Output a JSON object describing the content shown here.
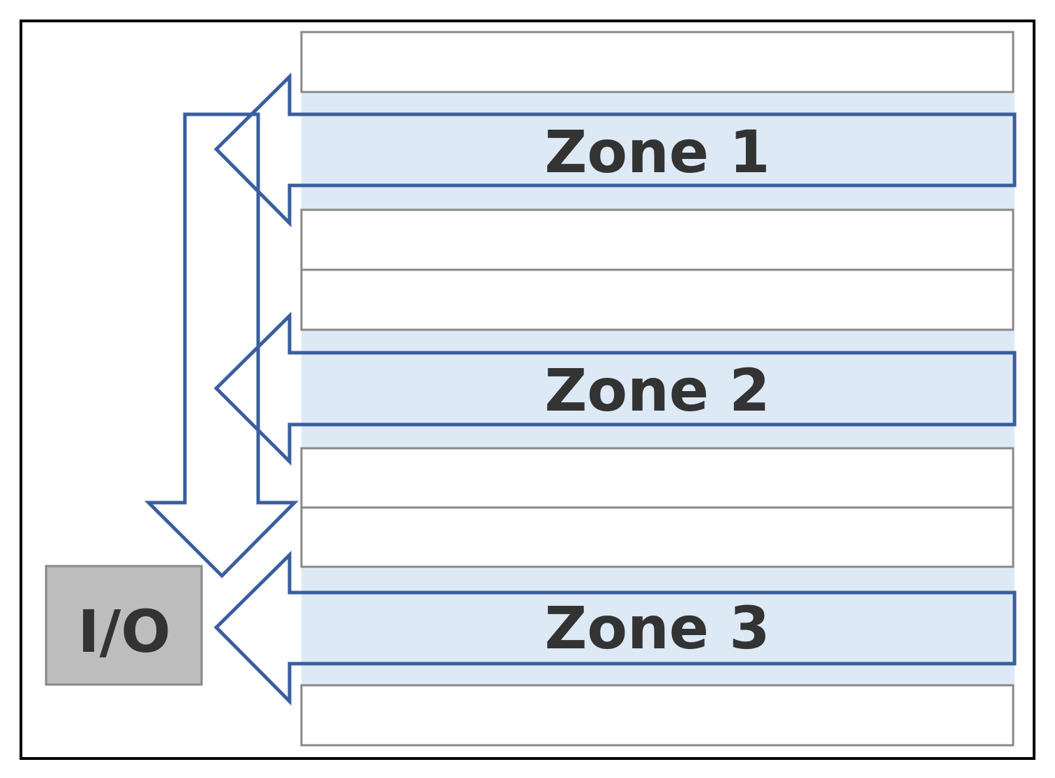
{
  "io": {
    "label": "I/O"
  },
  "zones": [
    {
      "label": "Zone 1"
    },
    {
      "label": "Zone 2"
    },
    {
      "label": "Zone 3"
    }
  ],
  "colors": {
    "frame": "#000000",
    "arrow_stroke": "#3a5e9e",
    "zone_band": "#dde9f5",
    "slot_stroke": "#888888",
    "io_fill": "#bdbdbd",
    "io_stroke": "#888888",
    "text": "#333333"
  }
}
